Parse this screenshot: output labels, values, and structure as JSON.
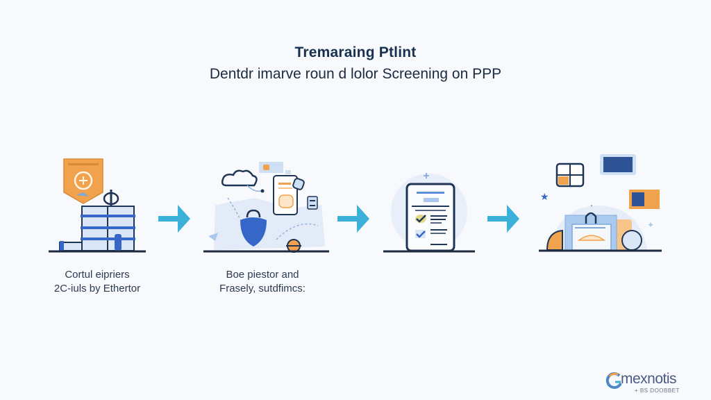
{
  "header": {
    "title": "Tremaraing Ptlint",
    "subtitle": "Dentdr imarve roun d lolor Screening on  PPP"
  },
  "steps": [
    {
      "id": "step-1",
      "illustration": "building-with-badge-icon",
      "caption_line1": "Cortul eipriers",
      "caption_line2": "2C-iuls by Ethertor"
    },
    {
      "id": "step-2",
      "illustration": "cloud-map-shield-phone-icon",
      "caption_line1": "Boe piestor and",
      "caption_line2": "Frasely, sutdfimcs:"
    },
    {
      "id": "step-3",
      "illustration": "checklist-document-icon",
      "caption_line1": "",
      "caption_line2": ""
    },
    {
      "id": "step-4",
      "illustration": "bag-with-screens-icon",
      "caption_line1": "",
      "caption_line2": ""
    }
  ],
  "arrows": [
    {
      "icon": "arrow-right-icon"
    },
    {
      "icon": "arrow-right-icon"
    },
    {
      "icon": "arrow-right-icon"
    }
  ],
  "brand": {
    "name": "mexnotis",
    "tagline": "+ BS DOOBBET"
  },
  "colors": {
    "navy": "#1f3556",
    "blue": "#3566c8",
    "light_blue": "#cfe0f5",
    "orange": "#f0a24c",
    "arrow": "#3bb0d9",
    "baseline": "#1f2c40"
  }
}
